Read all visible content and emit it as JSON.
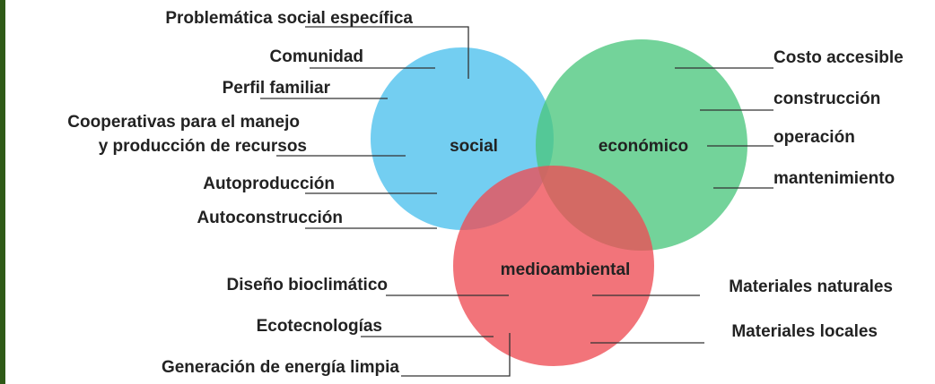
{
  "circles": {
    "social": {
      "label": "social",
      "color": "#5bc5ef"
    },
    "economico": {
      "label": "económico",
      "color": "#4cc77e"
    },
    "medioambiental": {
      "label": "medioambiental",
      "color": "#ee4d55"
    }
  },
  "social_labels": {
    "problematica": "Problemática social específica",
    "comunidad": "Comunidad",
    "perfil": "Perfil familiar",
    "cooperativas_1": "Cooperativas para el manejo",
    "cooperativas_2": "y producción de recursos",
    "autoproduccion": "Autoproducción",
    "autoconstruccion": "Autoconstrucción"
  },
  "economic_labels": {
    "costo": "Costo accesible",
    "construccion": "construcción",
    "operacion": "operación",
    "mantenimiento": "mantenimiento"
  },
  "environmental_labels": {
    "diseno": "Diseño bioclimático",
    "ecotecnologias": "Ecotecnologías",
    "generacion": "Generación de energía limpia",
    "materiales_naturales": "Materiales naturales",
    "materiales_locales": "Materiales locales"
  }
}
